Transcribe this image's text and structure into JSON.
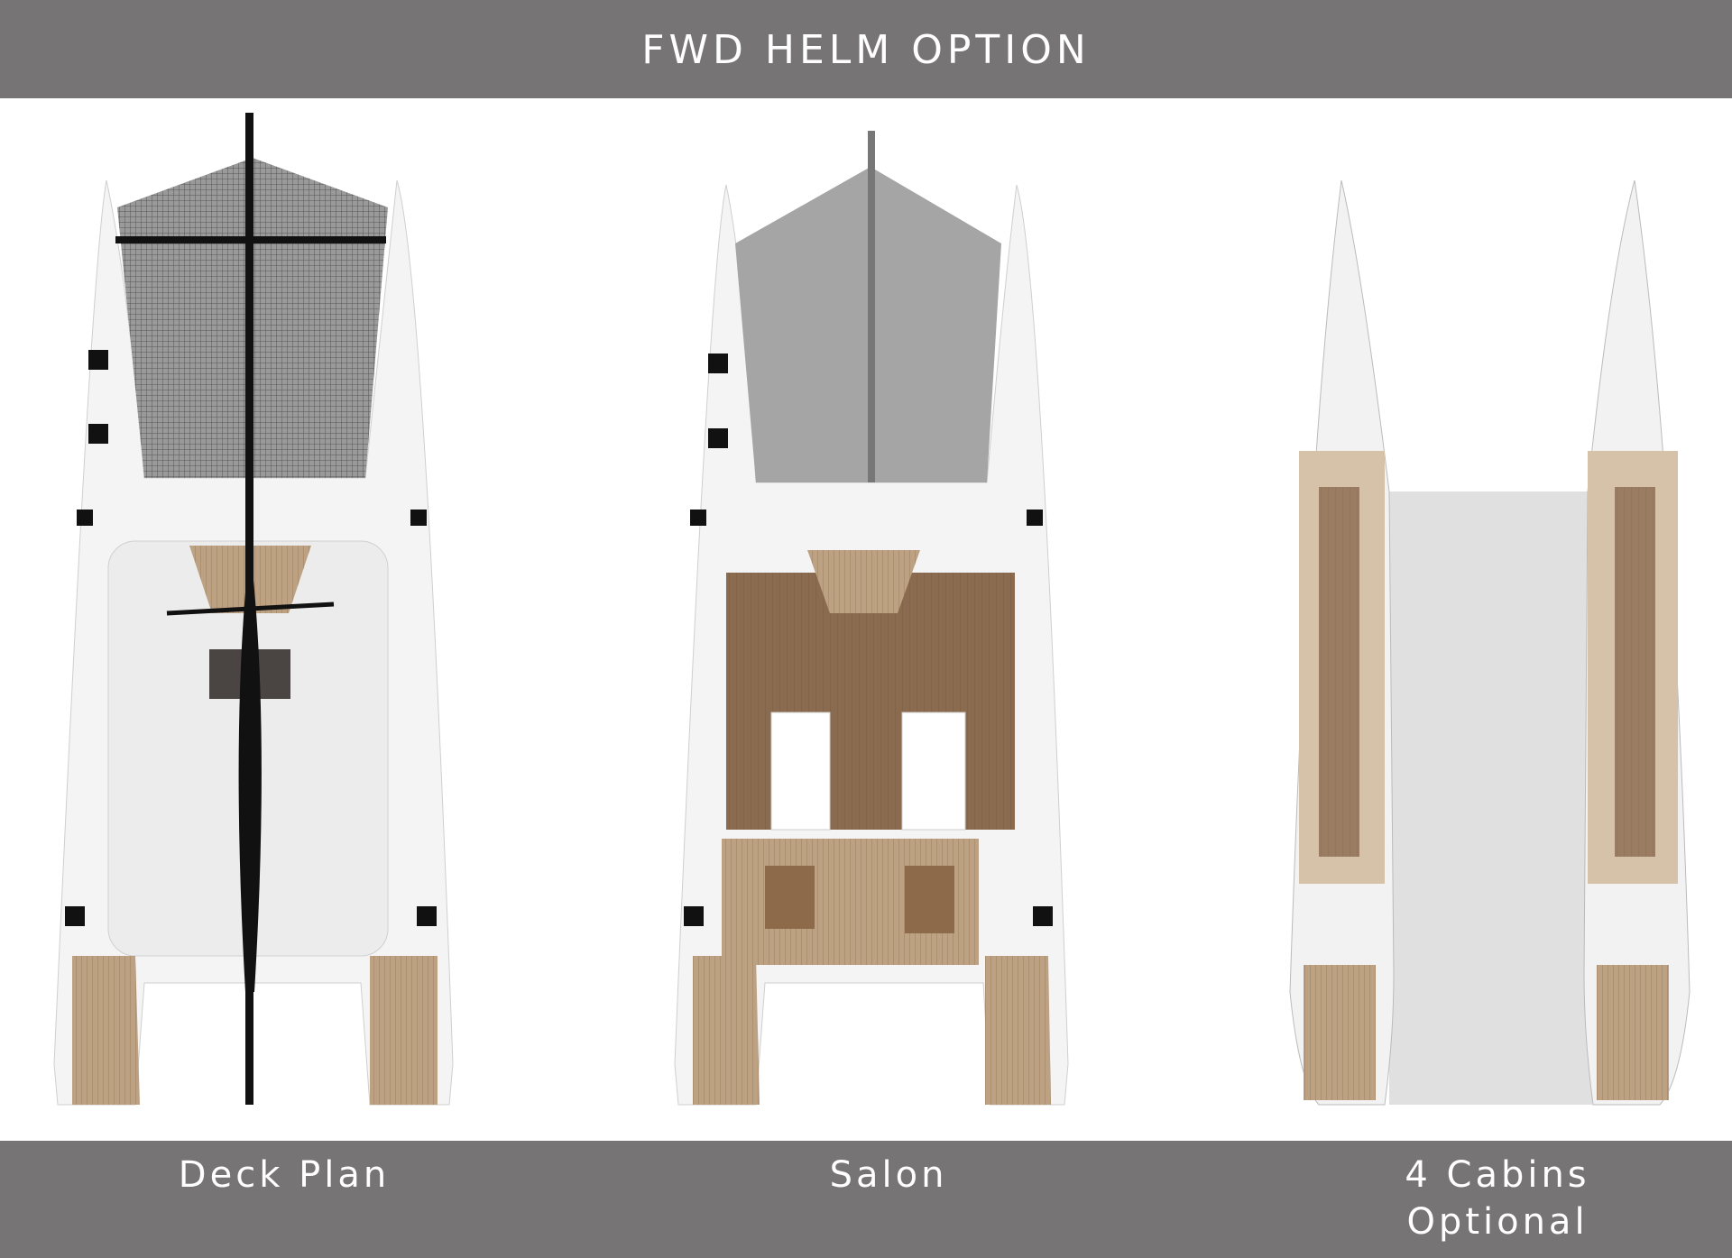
{
  "header": {
    "title": "FWD HELM OPTION"
  },
  "captions": [
    {
      "label": "Deck Plan"
    },
    {
      "label": "Salon"
    },
    {
      "label": "4 Cabins Optional",
      "line1": "4 Cabins",
      "line2": "Optional"
    }
  ],
  "colors": {
    "bar": "#767475",
    "hull": "#f4f4f4",
    "teak": "#b49a78",
    "net": "#8a8a8a",
    "floor": "#8a6a4e",
    "mast": "#111111"
  }
}
